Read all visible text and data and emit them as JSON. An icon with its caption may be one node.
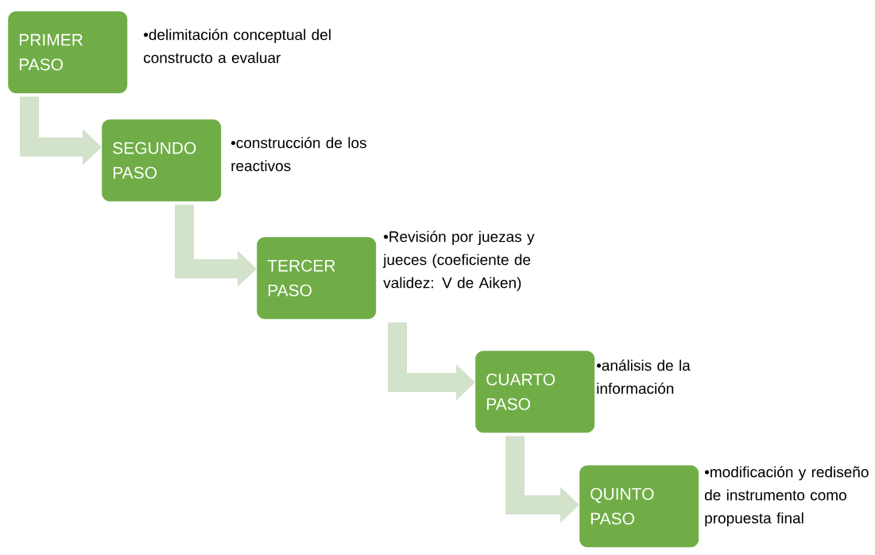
{
  "diagram": {
    "nodes": [
      {
        "text": [
          "PRIMER PASO"
        ],
        "beside": [
          "•delimitación conceptual del constructo a evaluar"
        ]
      },
      {
        "text": [
          "SEGUNDO PASO"
        ],
        "beside": [
          "•construcción de los reactivos"
        ]
      },
      {
        "text": [
          "TERCER PASO"
        ],
        "beside": [
          "•Revisión por juezas y jueces (coeficiente de validez: V de Aiken)"
        ]
      },
      {
        "text": [
          "CUARTO PASO"
        ],
        "beside": [
          "•análisis de la información"
        ]
      },
      {
        "text": [
          "QUINTO PASO"
        ],
        "beside": [
          "•modificación y rediseño de instrumento como propuesta final"
        ]
      }
    ],
    "edges": [
      {
        "from": 0,
        "to": 1,
        "arrow": "to"
      },
      {
        "from": 1,
        "to": 2,
        "arrow": "to"
      },
      {
        "from": 2,
        "to": 3,
        "arrow": "to"
      },
      {
        "from": 3,
        "to": 4,
        "arrow": "to"
      }
    ]
  }
}
